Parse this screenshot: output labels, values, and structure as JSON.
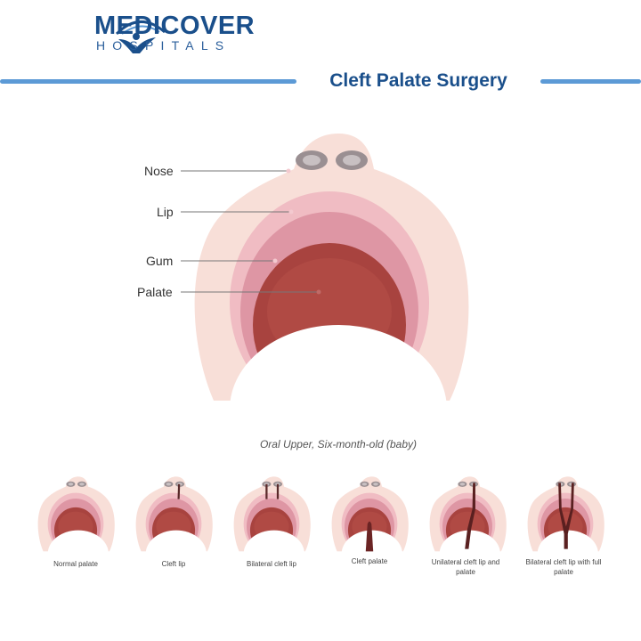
{
  "brand": {
    "name": "MEDICOVER",
    "sub": "HOSPITALS",
    "color": "#1a4f8b",
    "logo_icon": "person-arc-icon"
  },
  "title": "Cleft Palate Surgery",
  "accent_line_color": "#5c9ad6",
  "diagram": {
    "labels": {
      "nose": "Nose",
      "lip": "Lip",
      "gum": "Gum",
      "palate": "Palate"
    },
    "caption": "Oral Upper, Six-month-old (baby)"
  },
  "variants": [
    {
      "label": "Normal palate"
    },
    {
      "label": "Cleft lip"
    },
    {
      "label": "Bilateral cleft lip"
    },
    {
      "label": "Cleft palate"
    },
    {
      "label": "Unilateral cleft lip and palate"
    },
    {
      "label": "Bilateral cleft lip with full palate"
    }
  ]
}
